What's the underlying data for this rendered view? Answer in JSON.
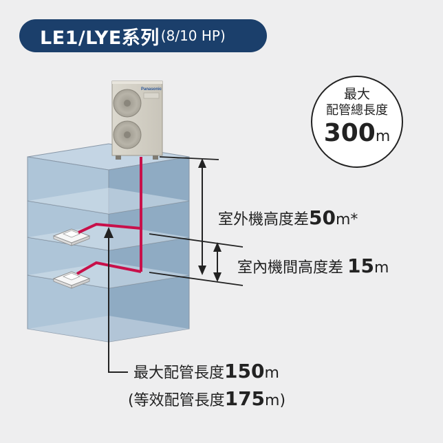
{
  "header": {
    "series_title": "LE1/LYE系列",
    "hp_range": "(8/10 HP)"
  },
  "outdoor_unit": {
    "brand": "Panasonic"
  },
  "max_total_piping": {
    "line1": "最大",
    "line2": "配管總長度",
    "value": "300",
    "unit": "m"
  },
  "outdoor_height_diff": {
    "label": "室外機高度差",
    "value": "50",
    "unit": "m*"
  },
  "indoor_height_diff": {
    "label": "室內機間高度差",
    "value": "15",
    "unit": "m"
  },
  "max_piping_length": {
    "label": "最大配管長度",
    "value": "150",
    "unit": "m"
  },
  "equiv_piping_length": {
    "prefix": "(等效配管長度",
    "value": "175",
    "unit": "m",
    "suffix": ")"
  },
  "colors": {
    "title_bg": "#1b3f6b",
    "pipe": "#c8104a",
    "background": "#eeeeef",
    "building": "#9fb8cd"
  }
}
